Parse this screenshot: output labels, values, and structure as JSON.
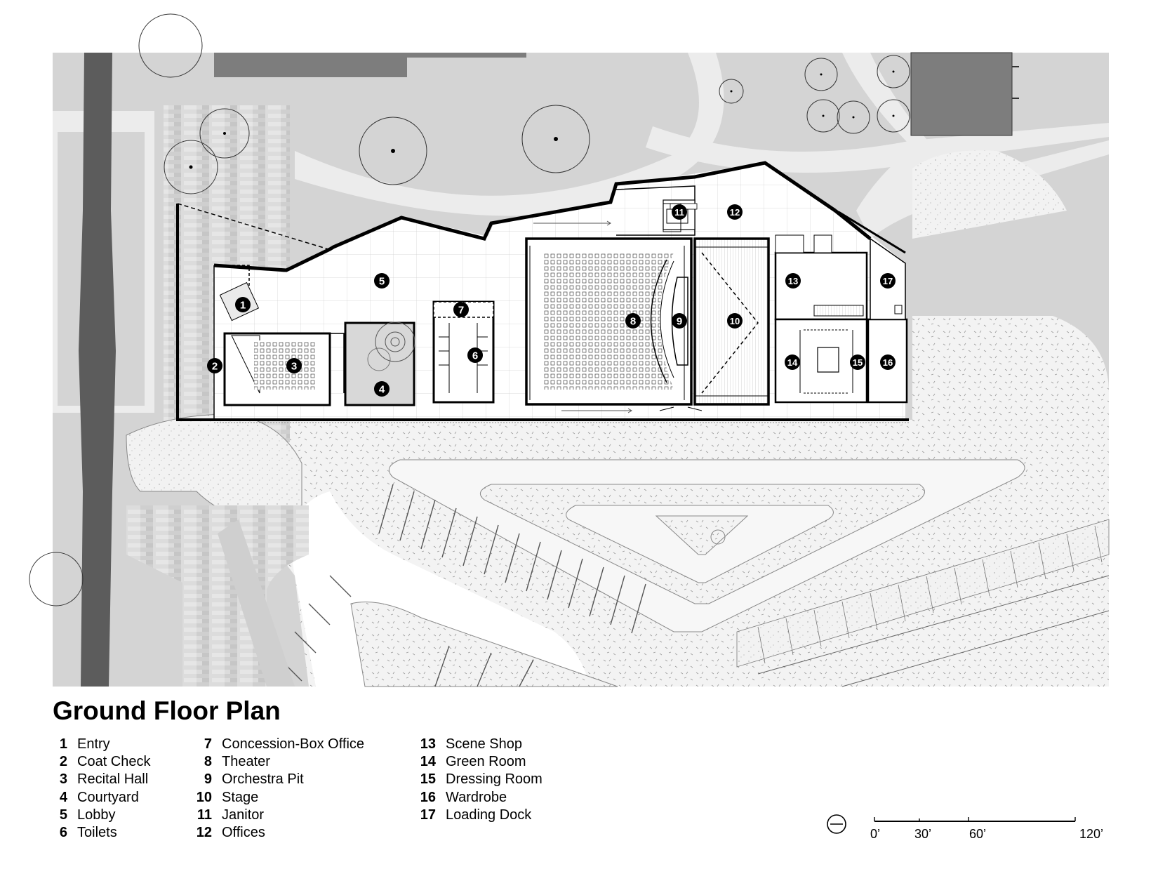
{
  "title": "Ground Floor Plan",
  "legend": [
    {
      "num": "1",
      "label": "Entry"
    },
    {
      "num": "2",
      "label": "Coat Check"
    },
    {
      "num": "3",
      "label": "Recital Hall"
    },
    {
      "num": "4",
      "label": "Courtyard"
    },
    {
      "num": "5",
      "label": "Lobby"
    },
    {
      "num": "6",
      "label": "Toilets"
    },
    {
      "num": "7",
      "label": "Concession-Box Office"
    },
    {
      "num": "8",
      "label": "Theater"
    },
    {
      "num": "9",
      "label": "Orchestra Pit"
    },
    {
      "num": "10",
      "label": "Stage"
    },
    {
      "num": "11",
      "label": "Janitor"
    },
    {
      "num": "12",
      "label": "Offices"
    },
    {
      "num": "13",
      "label": "Scene Shop"
    },
    {
      "num": "14",
      "label": "Green Room"
    },
    {
      "num": "15",
      "label": "Dressing Room"
    },
    {
      "num": "16",
      "label": "Wardrobe"
    },
    {
      "num": "17",
      "label": "Loading Dock"
    }
  ],
  "scale_labels": [
    "0’",
    "30’",
    "60’",
    "120’"
  ],
  "colors": {
    "lawn": "#d4d4d4",
    "roof": "#7d7d7d",
    "channel": "#5c5c5c",
    "pavement": "#ececec",
    "walkway": "#f7f7f7",
    "interior": "#ffffff",
    "wall": "#000000"
  }
}
